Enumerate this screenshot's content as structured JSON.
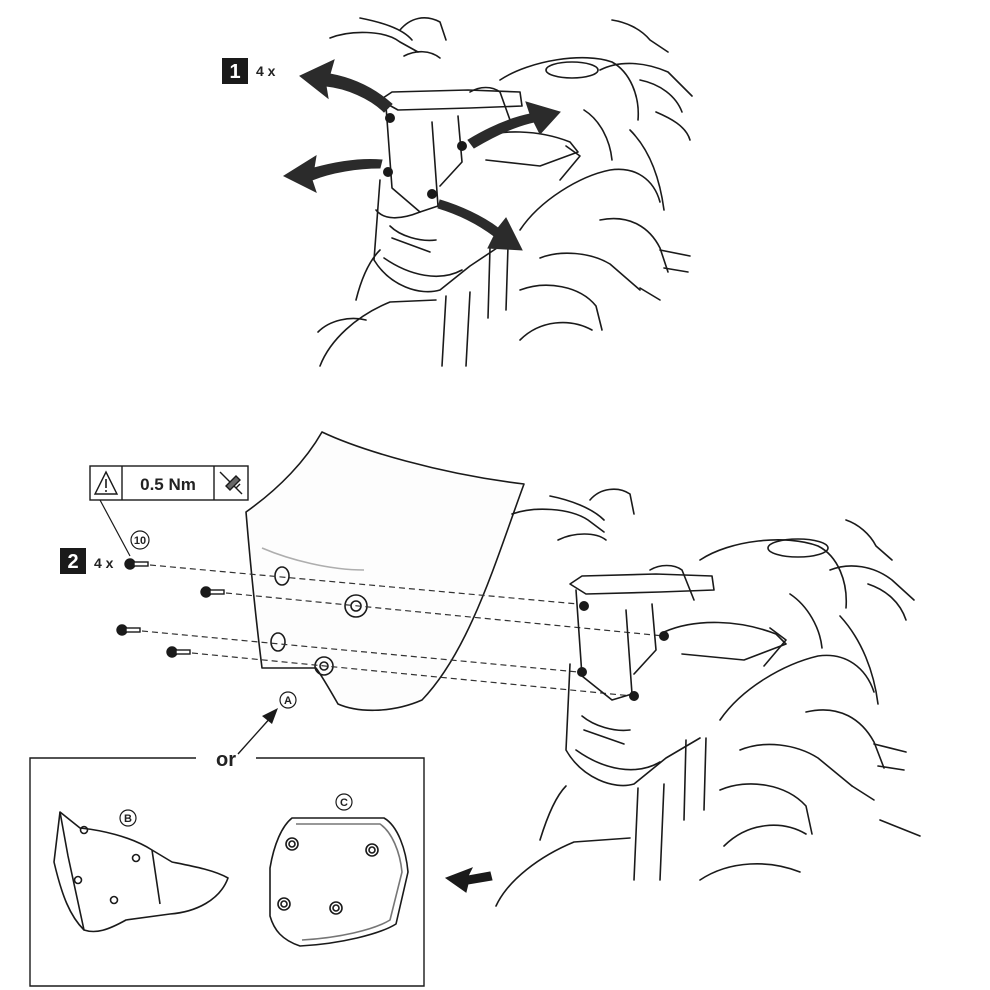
{
  "step1": {
    "number": "1",
    "quantity": "4 x"
  },
  "step2": {
    "number": "2",
    "quantity": "4 x",
    "part_ref": "10"
  },
  "torque": {
    "value": "0.5 Nm"
  },
  "callouts": {
    "a": "A",
    "b": "B",
    "c": "C"
  },
  "alternative_label": "or",
  "icons": {
    "warning": "warning-triangle-icon",
    "tool": "wrench-icon",
    "direction": "arrow-down-left-icon"
  },
  "colors": {
    "ink": "#1a1a1a",
    "badge": "#1a1a1a",
    "arrow_fill": "#2b2b2b"
  }
}
